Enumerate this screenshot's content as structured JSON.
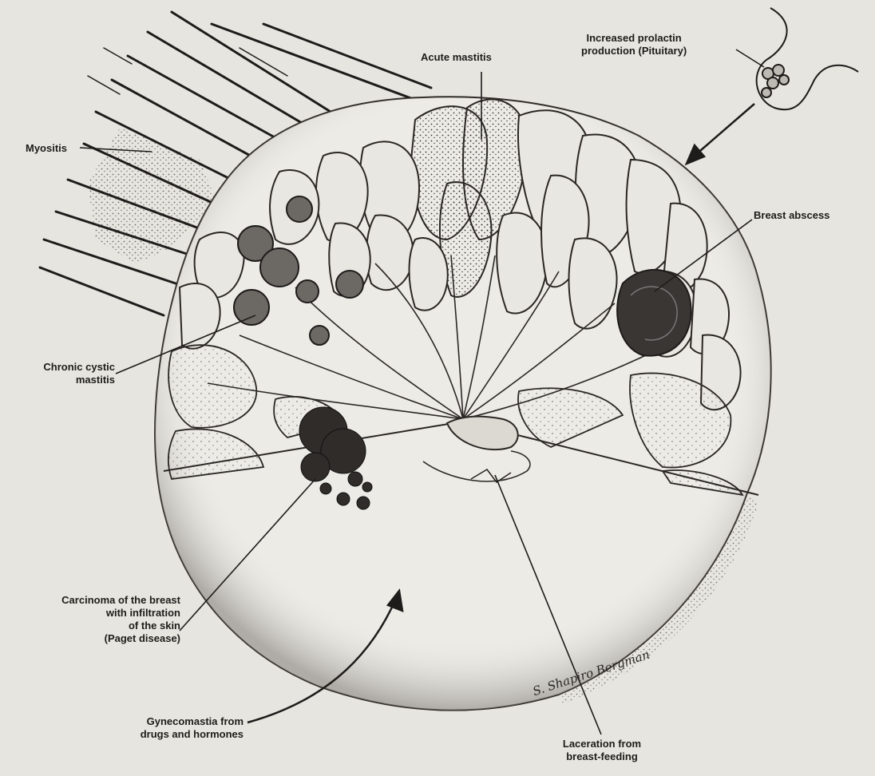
{
  "figure": {
    "labels": {
      "acute_mastitis": "Acute mastitis",
      "prolactin": [
        "Increased prolactin",
        "production (Pituitary)"
      ],
      "myositis": "Myositis",
      "breast_abscess": "Breast abscess",
      "chronic_cystic": [
        "Chronic cystic",
        "mastitis"
      ],
      "carcinoma": [
        "Carcinoma of the breast",
        "with infiltration",
        "of the skin",
        "(Paget disease)"
      ],
      "gynecomastia": [
        "Gynecomastia from",
        "drugs and hormones"
      ],
      "laceration": [
        "Laceration from",
        "breast-feeding"
      ]
    },
    "signature": "S. Shapiro Bergman"
  },
  "colors": {
    "paper": "#e7e5df",
    "ink": "#1e1c1a",
    "shade": "#8a8680"
  }
}
